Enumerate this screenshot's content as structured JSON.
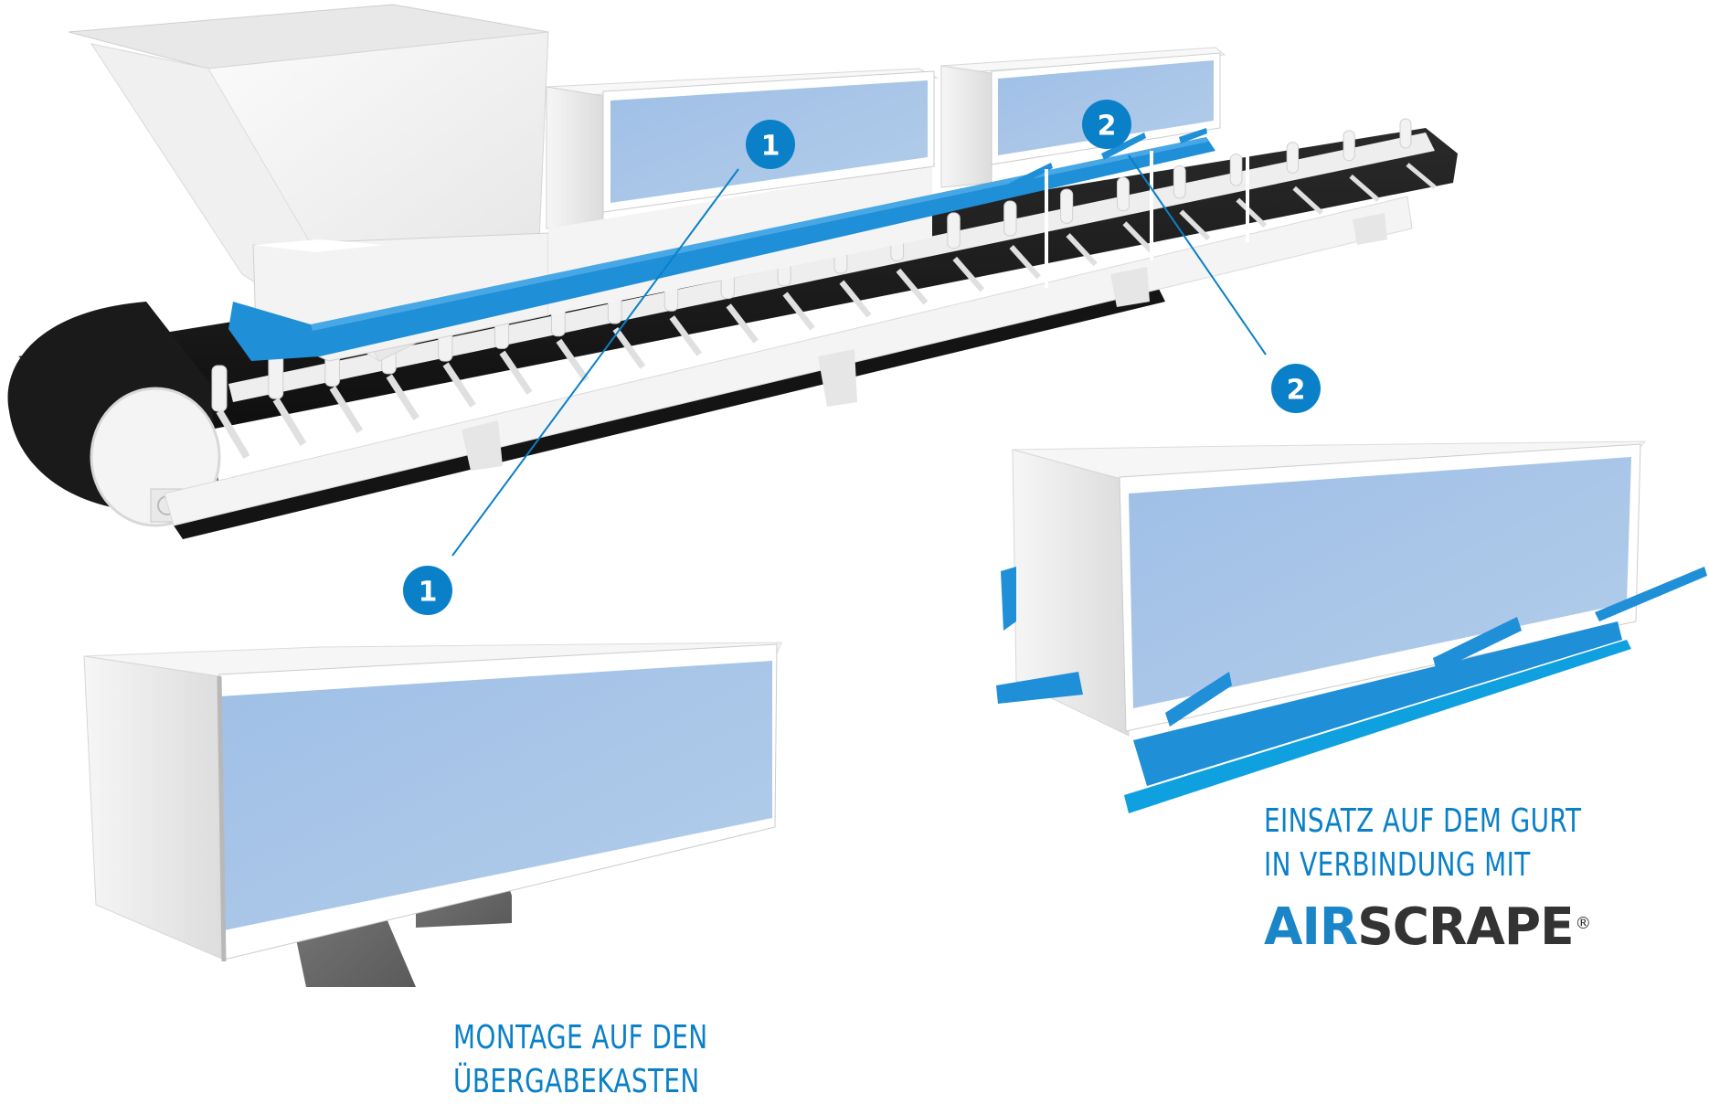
{
  "diagram": {
    "subject": "conveyor belt with dust enclosure panels",
    "colors": {
      "accent_blue": "#0a80c8",
      "belt_blue": "#1f8fd8",
      "panel_blue": "#a5c3e6",
      "belt_black": "#1c1c1c",
      "frame_white": "#f2f2f2",
      "skirt_gray": "#6e6e6e",
      "logo_dark": "#333333"
    },
    "callouts": [
      {
        "id": "1",
        "label": "1"
      },
      {
        "id": "2",
        "label": "2"
      }
    ]
  },
  "captions": {
    "left": {
      "line1": "MONTAGE AUF DEN",
      "line2": "ÜBERGABEKASTEN"
    },
    "right": {
      "line1": "EINSATZ AUF DEM GURT",
      "line2": "IN VERBINDUNG MIT"
    }
  },
  "logo": {
    "part1": "AIR",
    "part2": "SCRAPE",
    "registered": "®"
  }
}
